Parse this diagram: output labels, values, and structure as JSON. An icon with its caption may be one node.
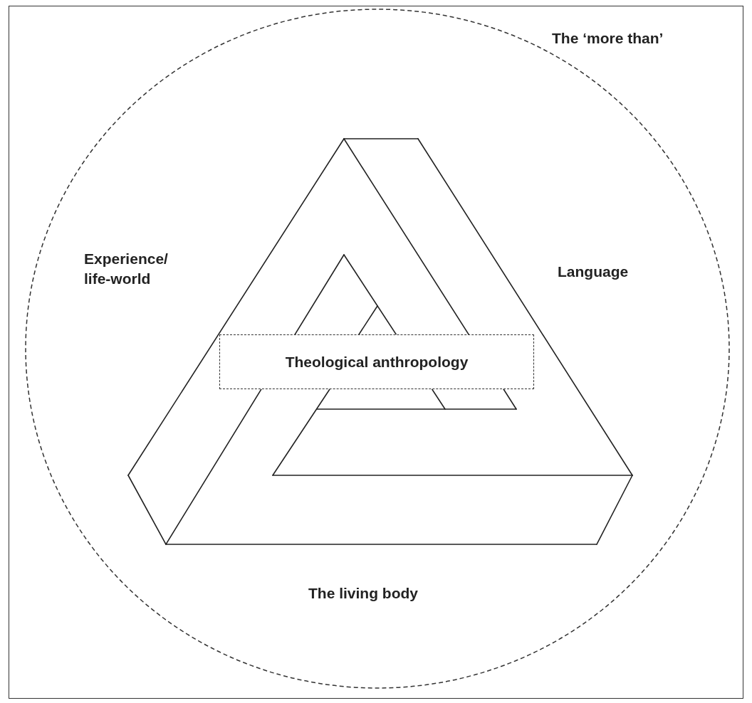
{
  "diagram": {
    "nodes": [
      {
        "text": [
          "The ‘more than’"
        ]
      },
      {
        "text": [
          "Theological anthropology"
        ],
        "in": 0
      }
    ],
    "edges": [],
    "labels": [
      "Experience/ life-world",
      "Language",
      "The living body"
    ]
  }
}
